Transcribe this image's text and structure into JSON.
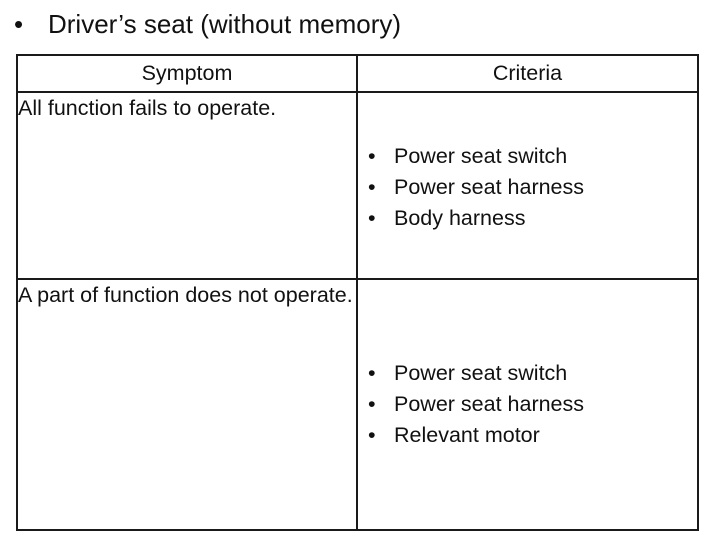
{
  "heading": {
    "bullet": "•",
    "text": "Driver’s seat (without memory)"
  },
  "table": {
    "headers": [
      "Symptom",
      "Criteria"
    ],
    "bullet": "•",
    "rows": [
      {
        "symptom": "All function fails to operate.",
        "criteria": [
          "Power seat switch",
          "Power seat harness",
          "Body harness"
        ]
      },
      {
        "symptom": "A part of function does not operate.",
        "criteria": [
          "Power seat switch",
          "Power seat harness",
          "Relevant motor"
        ]
      }
    ]
  }
}
